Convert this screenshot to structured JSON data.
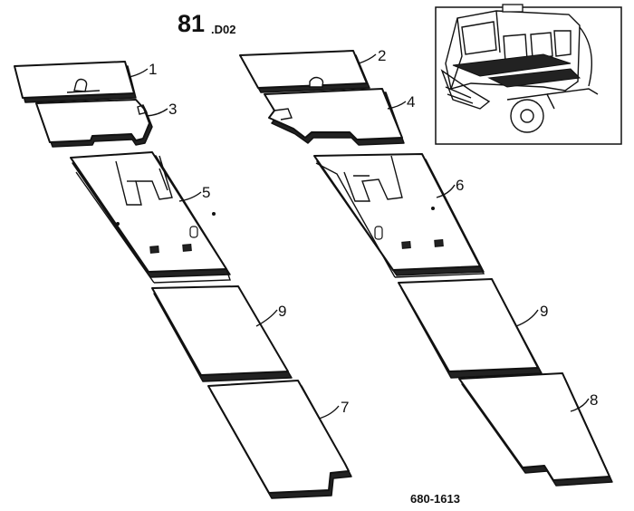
{
  "header": {
    "group_number": "81",
    "group_suffix": ".D02"
  },
  "footer": {
    "drawing_reference": "680-1613"
  },
  "callouts": [
    {
      "id": "c1",
      "label": "1"
    },
    {
      "id": "c2",
      "label": "2"
    },
    {
      "id": "c3",
      "label": "3"
    },
    {
      "id": "c4",
      "label": "4"
    },
    {
      "id": "c5",
      "label": "5"
    },
    {
      "id": "c6",
      "label": "6"
    },
    {
      "id": "c9a",
      "label": "9"
    },
    {
      "id": "c9b",
      "label": "9"
    },
    {
      "id": "c7",
      "label": "7"
    },
    {
      "id": "c8",
      "label": "8"
    }
  ]
}
